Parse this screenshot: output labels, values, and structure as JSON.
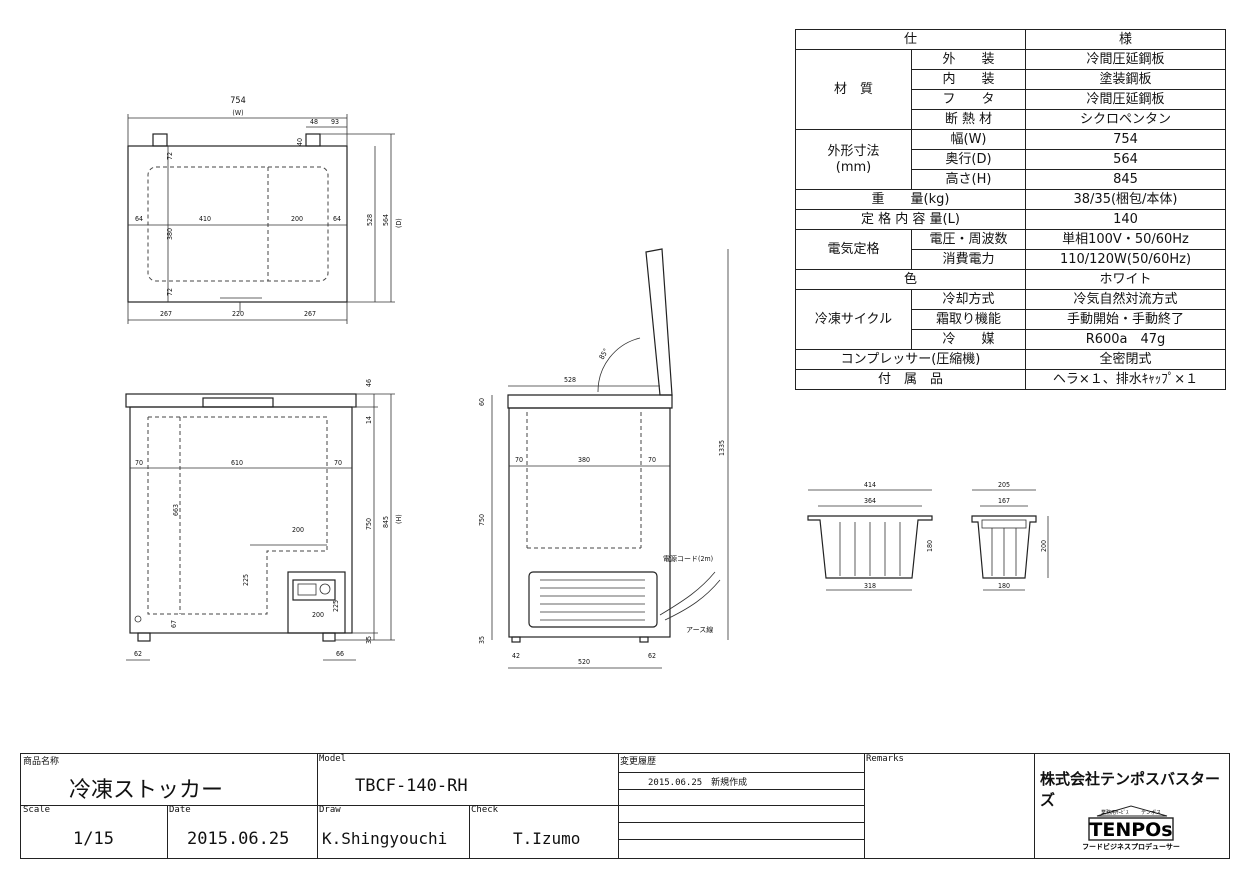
{
  "spec": {
    "header": [
      "仕",
      "様"
    ],
    "materials": {
      "group": "材　質",
      "rows": [
        [
          "外　　装",
          "冷間圧延鋼板"
        ],
        [
          "内　　装",
          "塗装鋼板"
        ],
        [
          "フ　　タ",
          "冷間圧延鋼板"
        ],
        [
          "断 熱 材",
          "シクロペンタン"
        ]
      ]
    },
    "dimensions": {
      "group1": "外形寸法",
      "group2": "(mm)",
      "rows": [
        [
          "幅(W)",
          "754"
        ],
        [
          "奥行(D)",
          "564"
        ],
        [
          "高さ(H)",
          "845"
        ]
      ]
    },
    "weight": [
      "重　　量(kg)",
      "38/35(梱包/本体)"
    ],
    "capacity": [
      "定 格 内 容 量(L)",
      "140"
    ],
    "electric": {
      "group": "電気定格",
      "rows": [
        [
          "電圧・周波数",
          "単相100V・50/60Hz"
        ],
        [
          "消費電力",
          "110/120W(50/60Hz)"
        ]
      ]
    },
    "color": [
      "色",
      "ホワイト"
    ],
    "cycle": {
      "group": "冷凍サイクル",
      "rows": [
        [
          "冷却方式",
          "冷気自然対流方式"
        ],
        [
          "霜取り機能",
          "手動開始・手動終了"
        ],
        [
          "冷　　媒",
          "R600a　47g"
        ]
      ]
    },
    "compressor": [
      "コンプレッサー(圧縮機)",
      "全密閉式"
    ],
    "accessories": [
      "付　属　品",
      "ヘラ×１、排水ｷｬｯﾌﾟ×１"
    ]
  },
  "top_view": {
    "width": "754",
    "width_sub": "(W)",
    "dim_48": "48",
    "dim_93": "93",
    "dim_40": "40",
    "dim_72a": "72",
    "dim_72b": "72",
    "dim_380": "380",
    "dim_64a": "64",
    "dim_410": "410",
    "dim_200": "200",
    "dim_64b": "64",
    "dim_267a": "267",
    "dim_220": "220",
    "dim_267b": "267",
    "dim_528": "528",
    "dim_564": "564",
    "dim_564_sub": "(D)"
  },
  "front_view": {
    "dim_46": "46",
    "dim_14": "14",
    "dim_70a": "70",
    "dim_610": "610",
    "dim_70b": "70",
    "dim_663": "663",
    "dim_200a": "200",
    "dim_225a": "225",
    "dim_200b": "200",
    "dim_225b": "225",
    "dim_67": "67",
    "dim_750": "750",
    "dim_845": "845",
    "dim_845_sub": "(H)",
    "dim_35": "35",
    "dim_62": "62",
    "dim_66": "66"
  },
  "side_view": {
    "dim_528": "528",
    "dim_85": "85°",
    "dim_60": "60",
    "dim_70a": "70",
    "dim_380": "380",
    "dim_70b": "70",
    "dim_750": "750",
    "dim_35": "35",
    "dim_42": "42",
    "dim_520": "520",
    "dim_62": "62",
    "dim_1335": "1335",
    "cord_label": "電源コード(2m)",
    "earth_label": "アース線"
  },
  "basket_front": {
    "dim_414": "414",
    "dim_364": "364",
    "dim_318": "318",
    "dim_180": "180"
  },
  "basket_side": {
    "dim_205": "205",
    "dim_167": "167",
    "dim_180": "180",
    "dim_200": "200"
  },
  "title_block": {
    "product_caption": "商品名称",
    "product_name": "冷凍ストッカー",
    "model_caption": "Model",
    "model": "TBCF-140-RH",
    "history_caption": "変更履歴",
    "history_entry": "2015.06.25　新規作成",
    "remarks_caption": "Remarks",
    "company": "株式会社テンポスバスターズ",
    "logo_text": "TENPOs",
    "logo_top_left": "業務用ｻｰﾋﾞｽ",
    "logo_top_right": "テンポス",
    "logo_sub": "フードビジネスプロデューサー",
    "scale_caption": "Scale",
    "scale": "1/15",
    "date_caption": "Date",
    "date": "2015.06.25",
    "draw_caption": "Draw",
    "draw": "K.Shingyouchi",
    "check_caption": "Check",
    "check": "T.Izumo"
  }
}
